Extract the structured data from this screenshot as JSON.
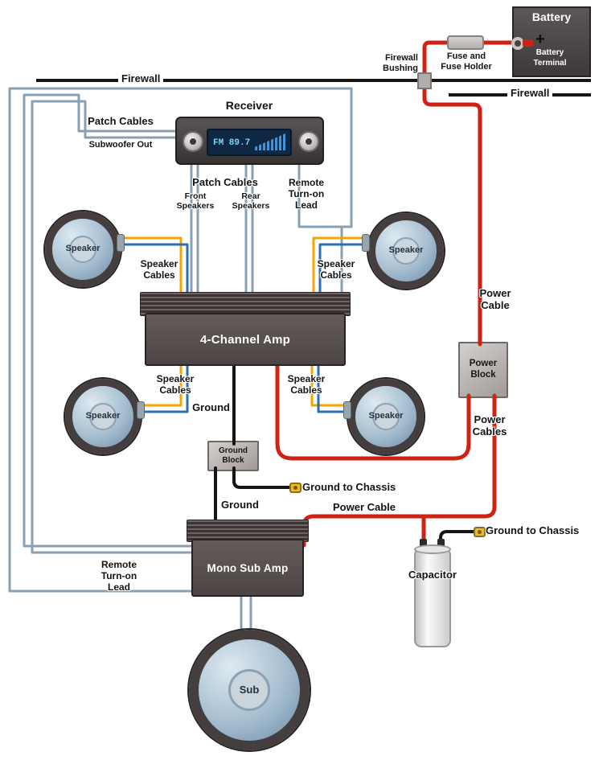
{
  "colors": {
    "power_cable": "#cf2213",
    "ground_cable": "#151515",
    "signal_cable": "#87a0b4",
    "speaker_cable_positive": "#f0a500",
    "speaker_cable_negative": "#2f6fae",
    "component_body": "#5b5252",
    "block_fill": "#bdb8b5"
  },
  "battery": {
    "label": "Battery",
    "plus": "+",
    "terminal": "Battery\nTerminal"
  },
  "fuse": {
    "label": "Fuse and\nFuse Holder"
  },
  "firewall": {
    "left": "Firewall",
    "right": "Firewall",
    "bushing": "Firewall\nBushing"
  },
  "receiver": {
    "title": "Receiver",
    "display": "FM 89.7"
  },
  "patch": {
    "left_title": "Patch Cables",
    "left_subtitle": "Subwoofer Out",
    "bottom_title": "Patch Cables",
    "front": "Front\nSpeakers",
    "rear": "Rear\nSpeakers"
  },
  "remote": {
    "top": "Remote\nTurn-on\nLead",
    "left": "Remote\nTurn-on\nLead"
  },
  "speakers": {
    "front_left": "Speaker",
    "front_right": "Speaker",
    "rear_left": "Speaker",
    "rear_right": "Speaker",
    "sub": "Sub"
  },
  "speaker_cables": {
    "front_left": "Speaker\nCables",
    "front_right": "Speaker\nCables",
    "rear_left": "Speaker\nCables",
    "rear_right": "Speaker\nCables"
  },
  "amps": {
    "four_channel": "4-Channel Amp",
    "mono_sub": "Mono Sub Amp"
  },
  "power": {
    "cable_right": "Power\nCable",
    "block": "Power\nBlock",
    "cables": "Power\nCables",
    "cable_bottom": "Power Cable"
  },
  "ground": {
    "label_top": "Ground",
    "block": "Ground Block",
    "to_chassis_1": "Ground to Chassis",
    "label_bottom": "Ground",
    "to_chassis_2": "Ground to Chassis"
  },
  "capacitor": {
    "label": "Capacitor"
  }
}
